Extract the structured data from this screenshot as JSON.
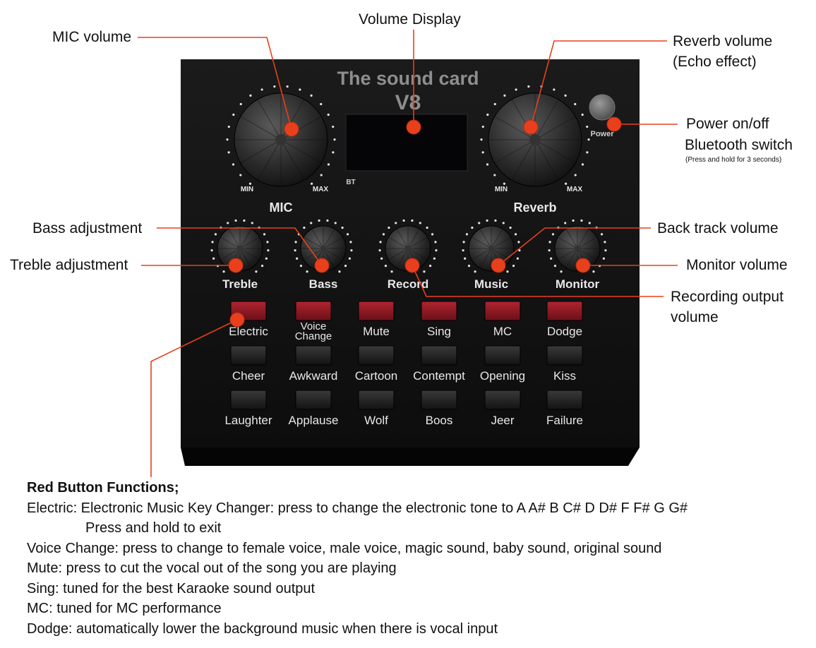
{
  "device": {
    "title_line1": "The sound card",
    "title_line2": "V8",
    "bt_label": "BT",
    "power_label": "Power",
    "big_knobs": [
      {
        "label": "MIC",
        "min": "MIN",
        "max": "MAX"
      },
      {
        "label": "Reverb",
        "min": "MIN",
        "max": "MAX"
      }
    ],
    "small_knobs": [
      "Treble",
      "Bass",
      "Record",
      "Music",
      "Monitor"
    ],
    "button_rows": [
      {
        "color": "red",
        "labels": [
          "Electric",
          "Voice\nChange",
          "Mute",
          "Sing",
          "MC",
          "Dodge"
        ]
      },
      {
        "color": "black",
        "labels": [
          "Cheer",
          "Awkward",
          "Cartoon",
          "Contempt",
          "Opening",
          "Kiss"
        ]
      },
      {
        "color": "black",
        "labels": [
          "Laughter",
          "Applause",
          "Wolf",
          "Boos",
          "Jeer",
          "Failure"
        ]
      }
    ]
  },
  "callouts": {
    "mic_volume": "MIC volume",
    "volume_display": "Volume Display",
    "reverb_volume_1": "Reverb volume",
    "reverb_volume_2": "(Echo effect)",
    "power_1": "Power on/off",
    "power_2": "Bluetooth switch",
    "power_3": "(Press and hold for 3 seconds)",
    "bass": "Bass adjustment",
    "treble": "Treble adjustment",
    "back_track": "Back track volume",
    "monitor": "Monitor volume",
    "record_1": "Recording output",
    "record_2": "volume"
  },
  "notes": {
    "heading": "Red Button Functions;",
    "lines": [
      "Electric: Electronic Music Key Changer: press to change the electronic tone to A A# B C# D D# F F# G G#",
      "Press and hold to exit",
      "Voice Change: press to change to female voice, male voice, magic sound, baby sound, original sound",
      "Mute: press to cut the vocal out of the song you are playing",
      "Sing: tuned for the best Karaoke sound output",
      "MC: tuned for MC performance",
      "Dodge: automatically lower the background music when there is vocal input"
    ]
  },
  "colors": {
    "accent": "#e8401c",
    "panel": "#141414",
    "red_button": "#8a1a22",
    "black_button": "#1e1e1e"
  }
}
